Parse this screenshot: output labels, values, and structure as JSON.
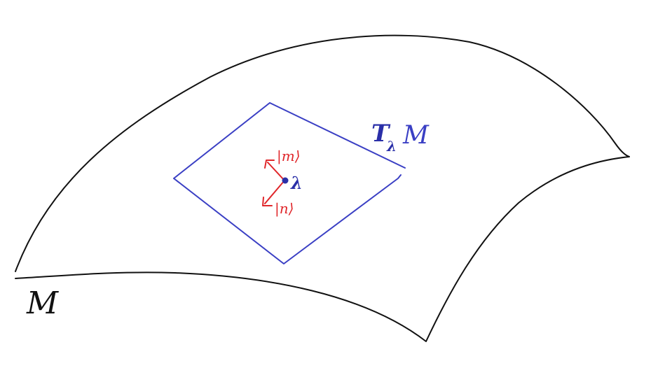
{
  "colors": {
    "background": "#ffffff",
    "manifold": "#111111",
    "tangent_plane": "#3a3fc4",
    "vectors": "#e0262a",
    "point": "#2a2fa8"
  },
  "labels": {
    "manifold": "M",
    "tangent_space_T": "T",
    "tangent_space_sub": "λ",
    "tangent_space_M": "M",
    "point": "λ",
    "ket_m": "|m⟩",
    "ket_n": "|n⟩"
  }
}
